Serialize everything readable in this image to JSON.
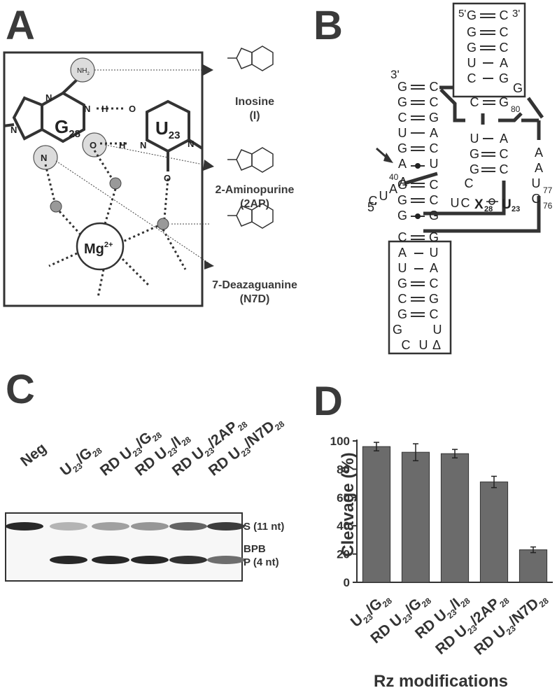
{
  "panels": {
    "a": "A",
    "b": "B",
    "c": "C",
    "d": "D"
  },
  "panelA": {
    "molecules": [
      {
        "name": "Inosine",
        "abbr": "(I)"
      },
      {
        "name": "2-Aminopurine",
        "abbr": "(2AP)"
      },
      {
        "name": "7-Deazaguanine",
        "abbr": "(N7D)"
      }
    ],
    "atoms": {
      "nh2": "NH",
      "nh2_sub": "2",
      "n": "N",
      "o": "O",
      "h": "H",
      "mg": "Mg",
      "mg_sup": "2+"
    },
    "bases": {
      "g": "G",
      "g_sub": "28",
      "u": "U",
      "u_sub": "23"
    }
  },
  "panelB": {
    "ends": {
      "five": "5'",
      "three": "3'",
      "five_top": "5'",
      "three_top": "3'"
    },
    "numbers": {
      "n40": "40",
      "n80": "80",
      "n77": "77",
      "n76": "76",
      "n28": "28",
      "n23": "23"
    },
    "labels": {
      "x": "X",
      "u": "U",
      "delta": "Δ"
    }
  },
  "panelC": {
    "lanes": [
      {
        "main": "Neg",
        "sub1": "",
        "mid": "",
        "sub2": ""
      },
      {
        "main": "U",
        "sub1": "23",
        "mid": "/G",
        "sub2": "28"
      },
      {
        "main": "RD U",
        "sub1": "23",
        "mid": "/G",
        "sub2": "28"
      },
      {
        "main": "RD U",
        "sub1": "23",
        "mid": "/I",
        "sub2": "28"
      },
      {
        "main": "RD U",
        "sub1": "23",
        "mid": "/2AP",
        "sub2": "28"
      },
      {
        "main": "RD U",
        "sub1": "23",
        "mid": "/N7D",
        "sub2": "28"
      }
    ],
    "bands": [
      {
        "label": "S (11 nt)",
        "intensity": [
          0.95,
          0.25,
          0.35,
          0.4,
          0.65,
          0.85
        ]
      },
      {
        "label": "BPB",
        "intensity": [
          0,
          0,
          0,
          0,
          0,
          0
        ]
      },
      {
        "label": "P (4 nt)",
        "intensity": [
          0,
          0.95,
          0.95,
          0.95,
          0.9,
          0.6
        ]
      }
    ]
  },
  "chart_data": {
    "type": "bar",
    "categories": [
      {
        "main": "U",
        "sub1": "23",
        "mid": "/G",
        "sub2": "28"
      },
      {
        "main": "RD U",
        "sub1": "23",
        "mid": "/G",
        "sub2": "28"
      },
      {
        "main": "RD U",
        "sub1": "23",
        "mid": "/I",
        "sub2": "28"
      },
      {
        "main": "RD U",
        "sub1": "23",
        "mid": "/2AP",
        "sub2": "28"
      },
      {
        "main": "RD U",
        "sub1": "23",
        "mid": "/N7D",
        "sub2": "28"
      }
    ],
    "values": [
      96,
      92,
      91,
      71,
      23
    ],
    "errors": [
      3,
      6,
      3,
      4,
      2
    ],
    "ylabel": "Cleavage (%)",
    "xlabel": "Rz modifications",
    "ylim": [
      0,
      100
    ],
    "yticks": [
      "0",
      "20",
      "40",
      "60",
      "80",
      "100"
    ],
    "bar_color": "#6b6b6b"
  }
}
